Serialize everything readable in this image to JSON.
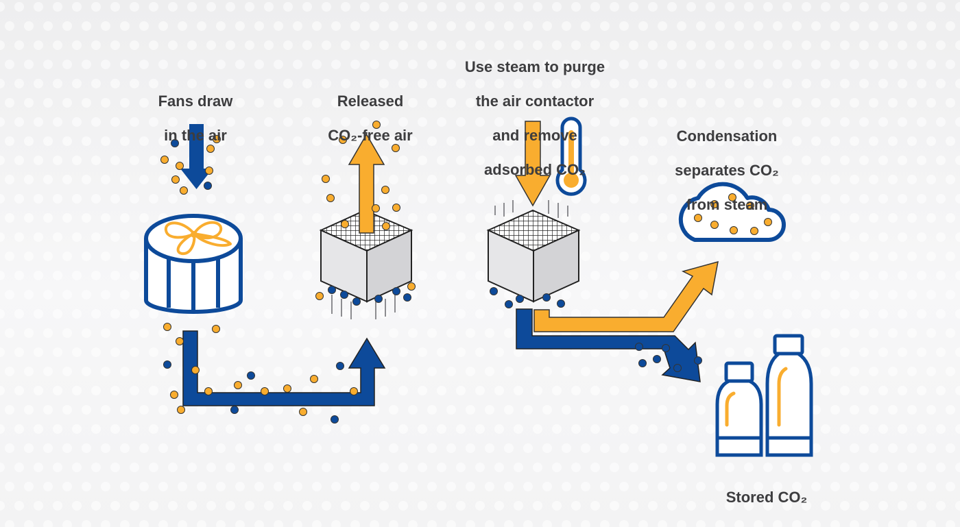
{
  "labels": {
    "fans_line1": "Fans draw",
    "fans_line2": "in the air",
    "released_line1": "Released",
    "released_line2": "CO₂-free air",
    "steam_line1": "Use steam to purge",
    "steam_line2": "the air contactor",
    "steam_line3": "and remove",
    "steam_line4": "adsorbed CO₂",
    "condensation_line1": "Condensation",
    "condensation_line2": "separates CO₂",
    "condensation_line3": "from steam",
    "stored": "Stored CO₂"
  },
  "colors": {
    "blue": "#0d4a9a",
    "orange": "#f9ad2f",
    "text": "#3d3d3f",
    "cube_face": "#e4e4e6",
    "cube_dark": "#c9c9cc"
  },
  "icons": [
    "fan-icon",
    "air-contactor-cube-icon",
    "thermometer-icon",
    "cloud-icon",
    "storage-bottle-icon"
  ]
}
